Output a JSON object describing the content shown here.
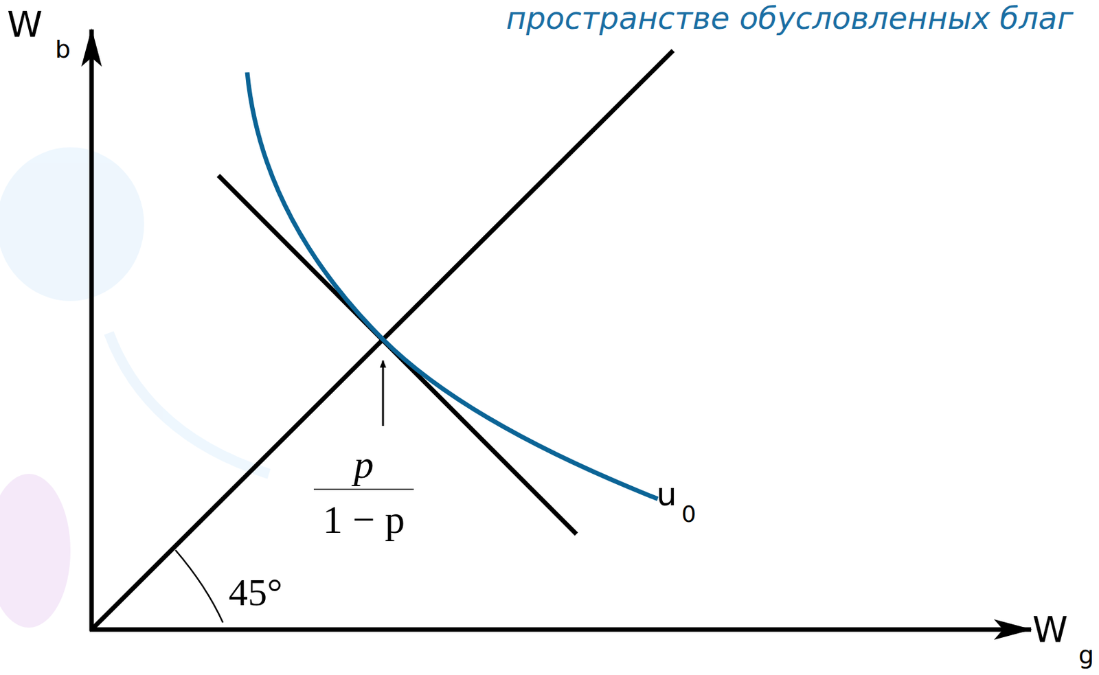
{
  "diagram": {
    "title": "пространстве обусловленных благ",
    "labels": [
      "W",
      "b",
      "W",
      "g",
      "u",
      "0",
      "p",
      "1 − p",
      "45°"
    ]
  }
}
